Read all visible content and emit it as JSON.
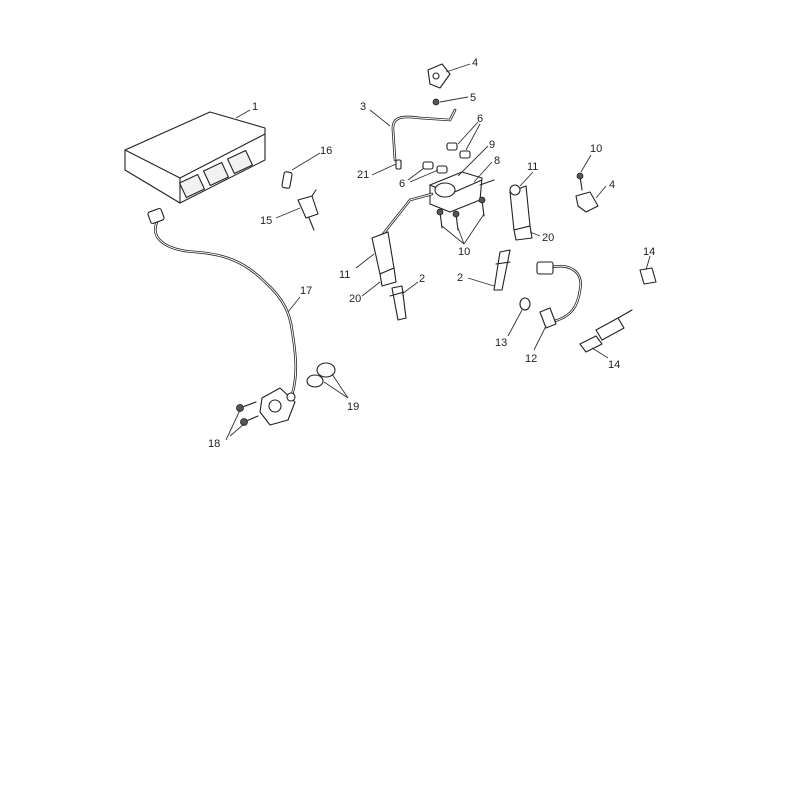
{
  "callouts": {
    "c1": "1",
    "c2a": "2",
    "c2b": "2",
    "c3": "3",
    "c4a": "4",
    "c4b": "4",
    "c5": "5",
    "c6a": "6",
    "c6b": "6",
    "c8": "8",
    "c9": "9",
    "c10a": "10",
    "c10b": "10",
    "c11a": "11",
    "c11b": "11",
    "c12": "12",
    "c13": "13",
    "c14a": "14",
    "c14b": "14",
    "c15": "15",
    "c16": "16",
    "c17": "17",
    "c18": "18",
    "c19": "19",
    "c20a": "20",
    "c20b": "20",
    "c21": "21"
  }
}
